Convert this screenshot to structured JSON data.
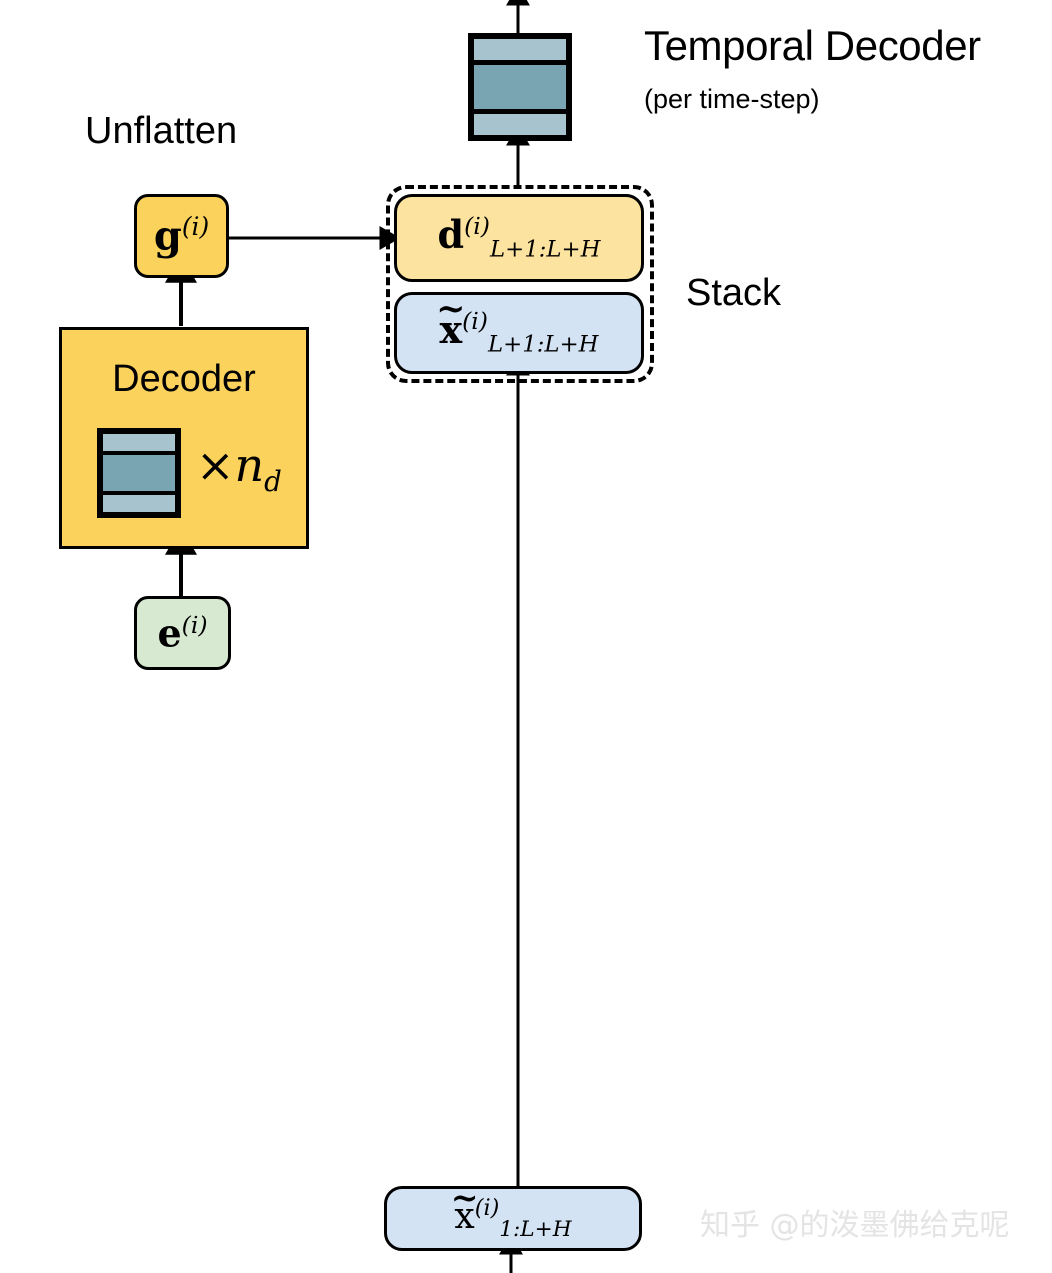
{
  "diagram": {
    "title": "Temporal Decoder",
    "subtitle": "(per time-step)",
    "labels": {
      "unflatten": "Unflatten",
      "stack": "Stack",
      "decoder": "Decoder"
    }
  },
  "nodes": {
    "temporal_decoder_block": {
      "name": "temporal-decoder-block",
      "icon": "transformer-block-icon"
    },
    "g": {
      "base": "g",
      "superscript": "(i)",
      "subscript": "",
      "color": "#FBD35C"
    },
    "d": {
      "base": "d",
      "superscript": "(i)",
      "subscript": "L+1:L+H",
      "color": "#FCE3A0"
    },
    "x_forecast": {
      "base": "x",
      "accent": "tilde",
      "superscript": "(i)",
      "subscript": "L+1:L+H",
      "color": "#D4E3F4"
    },
    "x_input": {
      "base": "x",
      "accent": "tilde",
      "superscript": "(i)",
      "subscript": "1:L+H",
      "color": "#D4E3F4"
    },
    "e": {
      "base": "e",
      "superscript": "(i)",
      "subscript": "",
      "color": "#D8E9D2"
    },
    "decoder": {
      "label": "Decoder",
      "repeat": "×n",
      "repeat_subscript": "d",
      "color": "#FBD35C",
      "icon": "transformer-block-icon"
    }
  },
  "colors": {
    "yellow_strong": "#FBD35C",
    "yellow_light": "#FCE3A0",
    "blue_light": "#D4E3F4",
    "green_light": "#D8E9D2",
    "band_light": "#A7C4CE",
    "band_dark": "#79A4B2",
    "stroke": "#000000",
    "background": "#FFFFFF"
  },
  "watermark": {
    "text": "知乎 @的泼墨佛给克呢"
  }
}
